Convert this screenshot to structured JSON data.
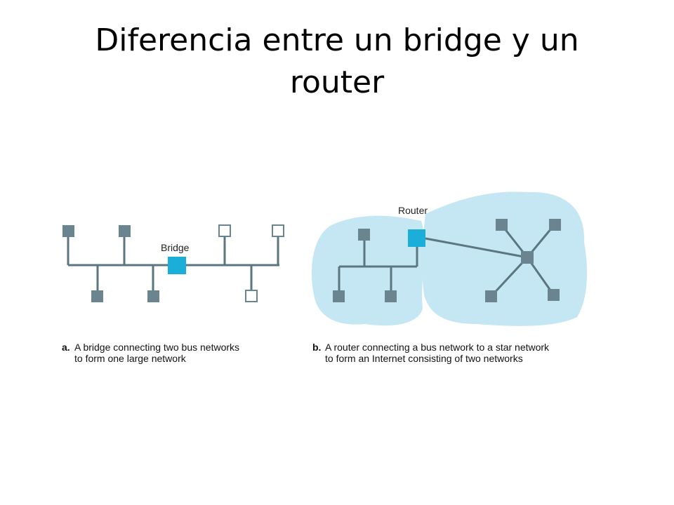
{
  "title": "Diferencia entre un bridge y un router",
  "title_line1": "Diferencia entre un bridge y un",
  "title_line2": "router",
  "labels": {
    "bridge": "Bridge",
    "router": "Router"
  },
  "captions": {
    "a_letter": "a.",
    "a_line1": "A bridge connecting two bus networks",
    "a_line2": "to form one large network",
    "b_letter": "b.",
    "b_line1": "A router connecting a bus network to a star network",
    "b_line2": "to form an Internet consisting of two networks"
  },
  "colors": {
    "node": "#6b8590",
    "line": "#5a7680",
    "highlight": "#1aaed8",
    "cloud": "#c5e6f3"
  }
}
